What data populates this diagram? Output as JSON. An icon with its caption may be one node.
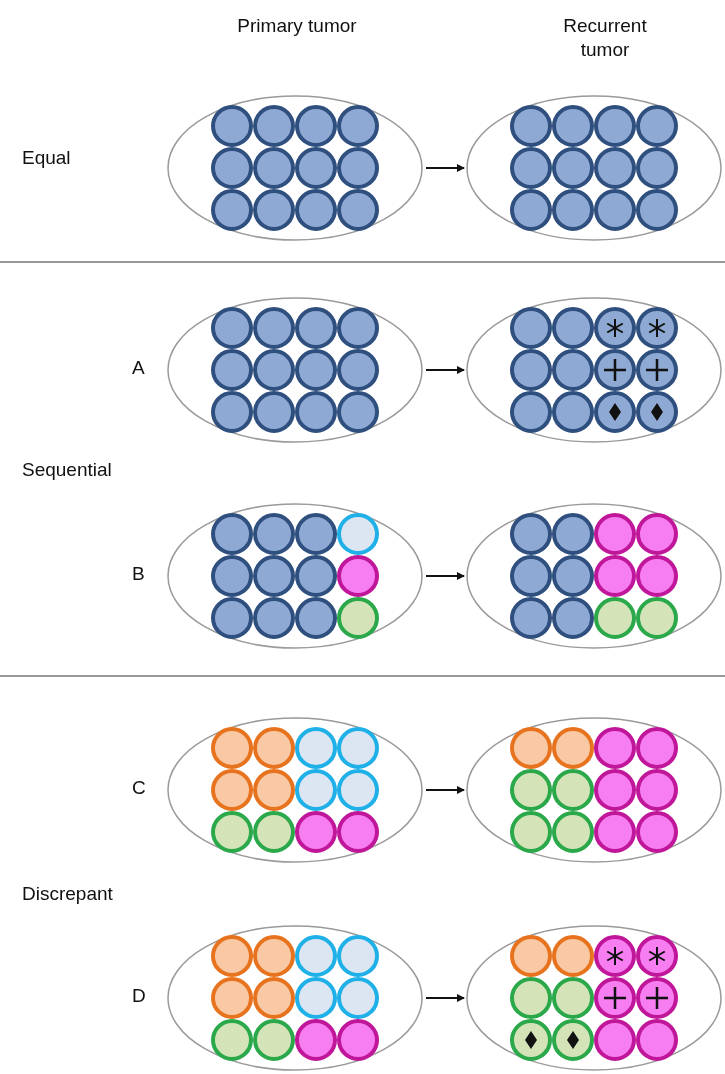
{
  "diagram": {
    "nodes": [
      {
        "text": [],
        "shape": "ellipse"
      },
      {
        "text": [],
        "shape": "ellipse"
      },
      {
        "text": [],
        "shape": "ellipse"
      },
      {
        "text": [],
        "shape": "ellipse"
      },
      {
        "text": [],
        "shape": "ellipse"
      },
      {
        "text": [],
        "shape": "ellipse"
      },
      {
        "text": [],
        "shape": "ellipse"
      },
      {
        "text": [],
        "shape": "ellipse"
      },
      {
        "text": [],
        "shape": "ellipse"
      },
      {
        "text": [],
        "shape": "ellipse"
      }
    ],
    "edges": [
      {
        "from": 0,
        "to": 1,
        "arrow": "to"
      },
      {
        "from": 2,
        "to": 3,
        "arrow": "to"
      },
      {
        "from": 4,
        "to": 5,
        "arrow": "to"
      },
      {
        "from": 6,
        "to": 7,
        "arrow": "to"
      },
      {
        "from": 8,
        "to": 9,
        "arrow": "to"
      }
    ],
    "labels": [
      "Primary tumor",
      "Recurrent tumor",
      "Equal",
      "A",
      "Sequential",
      "B",
      "C",
      "Discrepant",
      "D"
    ]
  }
}
